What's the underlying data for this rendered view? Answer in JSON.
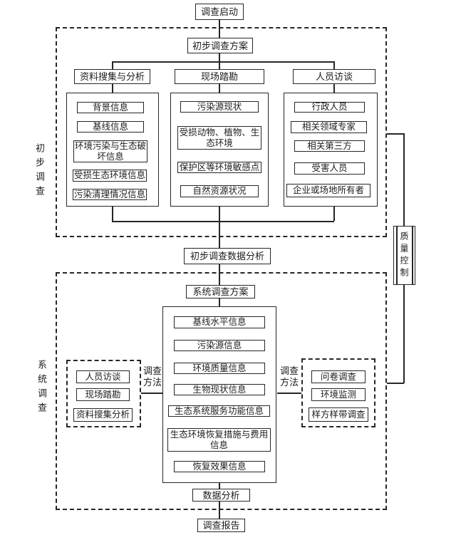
{
  "diagram": {
    "start_label": "调查启动",
    "report_label": "调查报告",
    "quality_control_label": "质量控制",
    "preliminary": {
      "side_label": "初步调查",
      "plan_label": "初步调查方案",
      "data_analysis_label": "初步调查数据分析",
      "columns": [
        {
          "header": "资料搜集与分析",
          "items": [
            "背景信息",
            "基线信息",
            "环境污染与生态破坏信息",
            "受损生态环境信息",
            "污染清理情况信息"
          ]
        },
        {
          "header": "现场踏勘",
          "items": [
            "污染源现状",
            "受损动物、植物、生态环境",
            "保护区等环境敏感点",
            "自然资源状况"
          ]
        },
        {
          "header": "人员访谈",
          "items": [
            "行政人员",
            "相关领域专家",
            "相关第三方",
            "受害人员",
            "企业或场地所有者"
          ]
        }
      ]
    },
    "system": {
      "side_label": "系统调查",
      "plan_label": "系统调查方案",
      "data_analysis_label": "数据分析",
      "center_items": [
        "基线水平信息",
        "污染源信息",
        "环境质量信息",
        "生物现状信息",
        "生态系统服务功能信息",
        "生态环境恢复措施与费用信息",
        "恢复效果信息"
      ],
      "left_methods": {
        "label": "调查方法",
        "items": [
          "人员访谈",
          "现场踏勘",
          "资料搜集分析"
        ]
      },
      "right_methods": {
        "label": "调查方法",
        "items": [
          "问卷调查",
          "环境监测",
          "样方样带调查"
        ]
      }
    },
    "colors": {
      "line": "#262626",
      "background": "#ffffff",
      "text": "#1c1c1c"
    }
  }
}
